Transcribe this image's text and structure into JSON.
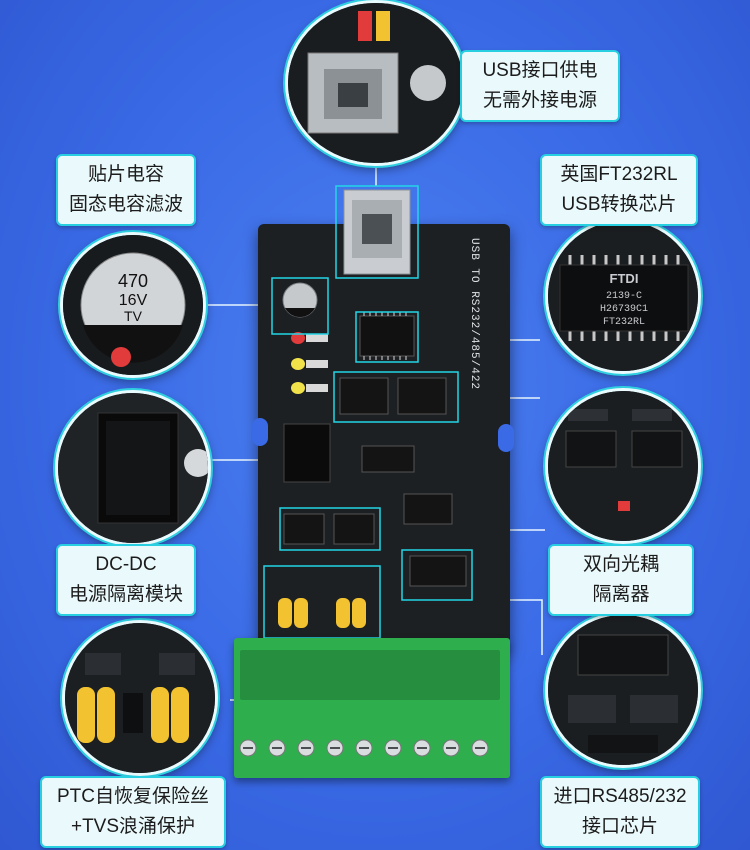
{
  "callouts": {
    "usb_power": {
      "line1": "USB接口供电",
      "line2": "无需外接电源"
    },
    "smd_cap": {
      "line1": "贴片电容",
      "line2": "固态电容滤波"
    },
    "ftdi_chip": {
      "line1": "英国FT232RL",
      "line2": "USB转换芯片"
    },
    "dcdc": {
      "line1": "DC-DC",
      "line2": "电源隔离模块"
    },
    "optocoupler": {
      "line1": "双向光耦",
      "line2": "隔离器"
    },
    "ptc_tvs": {
      "line1": "PTC自恢复保险丝",
      "line2": "+TVS浪涌保护"
    },
    "rs485_chip": {
      "line1": "进口RS485/232",
      "line2": "接口芯片"
    }
  },
  "board": {
    "silkscreen": "USB TO RS232/485/422"
  },
  "chip_marking": {
    "brand": "FTDI",
    "line1": "2139-C",
    "line2": "H26739C1",
    "line3": "FT232RL"
  },
  "capacitor_marking": {
    "line1": "470",
    "line2": "16V",
    "line3": "TV"
  },
  "colors": {
    "background": "#3a6ae6",
    "callout_border": "#27cfe0",
    "callout_fill": "#eaf9fb",
    "pcb": "#1d2023",
    "terminal": "#2fae4e",
    "fuse": "#f2c230"
  }
}
